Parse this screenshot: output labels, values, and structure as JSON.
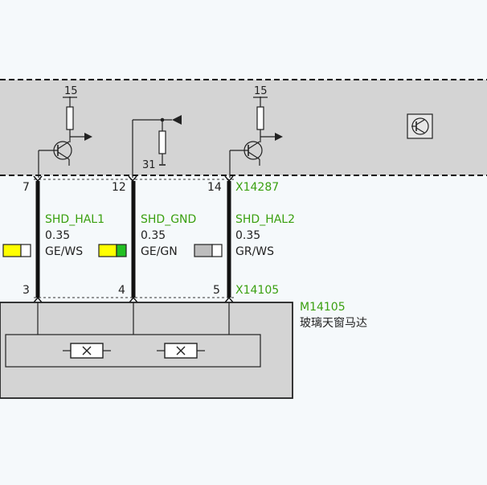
{
  "colors": {
    "background": "#f5f9fb",
    "ecu_fill": "#d4d4d4",
    "wire": "#111111",
    "signal_text": "#3aa010",
    "yellow": "#ffff00",
    "green": "#22c022",
    "white": "#ffffff",
    "grey": "#bdbdbd"
  },
  "icons": {
    "ecu_symbol": "transistor-icon"
  },
  "upper_connector": {
    "label": "X14287",
    "pins": [
      "7",
      "12",
      "14"
    ]
  },
  "lower_connector": {
    "label": "X14105",
    "pins": [
      "3",
      "4",
      "5"
    ]
  },
  "supply": {
    "left": "15",
    "right": "15",
    "ground": "31"
  },
  "wires": [
    {
      "signal": "SHD_HAL1",
      "gauge": "0.35",
      "color_code": "GE/WS",
      "swatch": [
        "#ffff00",
        "#ffffff"
      ]
    },
    {
      "signal": "SHD_GND",
      "gauge": "0.35",
      "color_code": "GE/GN",
      "swatch": [
        "#ffff00",
        "#22c022"
      ]
    },
    {
      "signal": "SHD_HAL2",
      "gauge": "0.35",
      "color_code": "GR/WS",
      "swatch": [
        "#bdbdbd",
        "#ffffff"
      ]
    }
  ],
  "component": {
    "id": "M14105",
    "name": "玻璃天窗马达"
  }
}
